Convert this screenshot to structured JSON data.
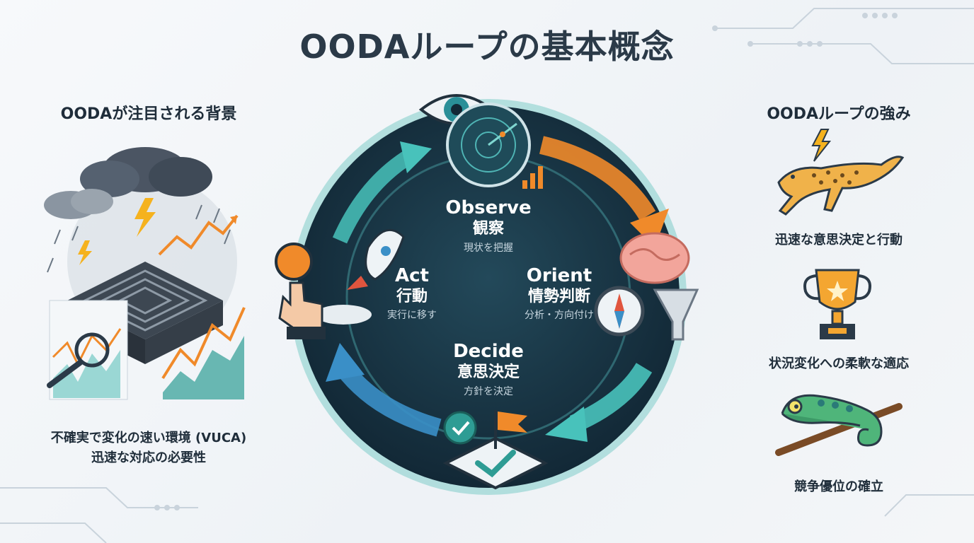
{
  "title": "OODAループの基本概念",
  "left": {
    "heading": "OODAが注目される背景",
    "caption_line1": "不確実で変化の速い環境 (VUCA)",
    "caption_line2": "迅速な対応の必要性"
  },
  "right": {
    "heading": "OODAループの強み",
    "strengths": [
      {
        "label": "迅速な意思決定と行動",
        "icon": "cheetah-icon"
      },
      {
        "label": "状況変化への柔軟な適応",
        "icon": "trophy-icon"
      },
      {
        "label": "競争優位の確立",
        "icon": "chameleon-icon"
      }
    ]
  },
  "cycle": {
    "observe": {
      "en": "Observe",
      "ja": "観察",
      "sub": "現状を把握"
    },
    "orient": {
      "en": "Orient",
      "ja": "情勢判断",
      "sub": "分析・方向付け"
    },
    "decide": {
      "en": "Decide",
      "ja": "意思決定",
      "sub": "方針を決定"
    },
    "act": {
      "en": "Act",
      "ja": "行動",
      "sub": "実行に移す"
    }
  },
  "colors": {
    "circle_dark": "#16313f",
    "ring_teal": "#3fb8b0",
    "arrow_orange": "#f08a2a",
    "arrow_teal": "#48c2bb",
    "arrow_blue": "#3a8fc7"
  }
}
